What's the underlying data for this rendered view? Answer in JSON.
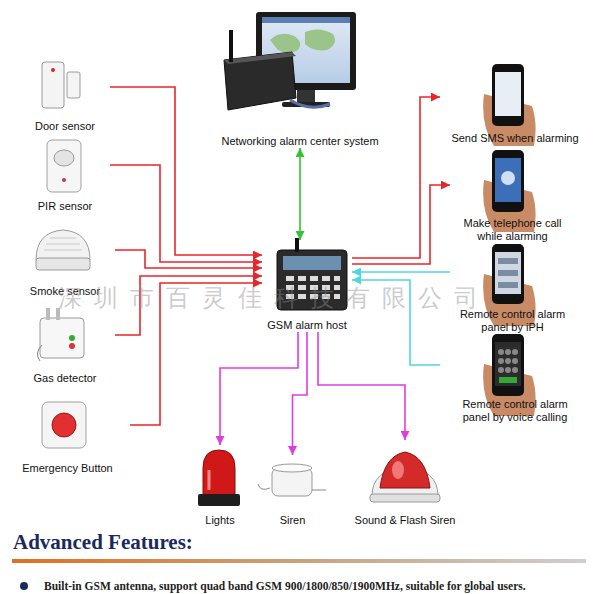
{
  "diagram": {
    "title": "Advanced Features:",
    "nodes": [
      {
        "text": [
          "Door sensor"
        ]
      },
      {
        "text": [
          "PIR sensor"
        ]
      },
      {
        "text": [
          "Smoke sensor"
        ]
      },
      {
        "text": [
          "Gas detector"
        ]
      },
      {
        "text": [
          "Emergency Button"
        ]
      },
      {
        "text": [
          "Networking alarm center system"
        ]
      },
      {
        "text": [
          "GSM alarm host"
        ]
      },
      {
        "text": [
          "Send SMS when alarming"
        ]
      },
      {
        "text": [
          "Make telephone call while alarming"
        ]
      },
      {
        "text": [
          "Remote control alarm panel by iPH"
        ]
      },
      {
        "text": [
          "Remote control alarm panel by voice calling"
        ]
      },
      {
        "text": [
          "Lights"
        ]
      },
      {
        "text": [
          "Siren"
        ]
      },
      {
        "text": [
          "Sound & Flash Siren"
        ]
      }
    ],
    "edges": [
      {
        "from": 0,
        "to": 6,
        "arrow": "to"
      },
      {
        "from": 1,
        "to": 6,
        "arrow": "to"
      },
      {
        "from": 2,
        "to": 6,
        "arrow": "to"
      },
      {
        "from": 3,
        "to": 6,
        "arrow": "to"
      },
      {
        "from": 4,
        "to": 6,
        "arrow": "to"
      },
      {
        "from": 5,
        "to": 6,
        "arrow": "both"
      },
      {
        "from": 6,
        "to": 7,
        "arrow": "to"
      },
      {
        "from": 6,
        "to": 8,
        "arrow": "to"
      },
      {
        "from": 9,
        "to": 6,
        "arrow": "to"
      },
      {
        "from": 10,
        "to": 6,
        "arrow": "to"
      },
      {
        "from": 6,
        "to": 11,
        "arrow": "to"
      },
      {
        "from": 6,
        "to": 12,
        "arrow": "to"
      },
      {
        "from": 6,
        "to": 13,
        "arrow": "to"
      }
    ],
    "labels": [
      "深圳市百灵佳科技有限公司",
      "Built-in GSM antenna, support quad band GSM 900/1800/850/1900MHz, suitable for global users."
    ]
  }
}
